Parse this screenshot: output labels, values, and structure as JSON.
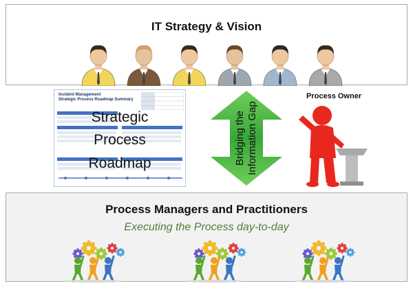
{
  "top": {
    "title": "IT Strategy & Vision"
  },
  "people": [
    {
      "shirt": "#f2d65a",
      "skin": "#f0c8a0",
      "hair": "#3a2a1a"
    },
    {
      "shirt": "#7a5a3a",
      "skin": "#e7c29e",
      "hair": "#d2a070"
    },
    {
      "shirt": "#f2d65a",
      "skin": "#f0c8a0",
      "hair": "#3a2a1a"
    },
    {
      "shirt": "#9ea7b0",
      "skin": "#e7c29e",
      "hair": "#6a4a2a"
    },
    {
      "shirt": "#9fb8d0",
      "skin": "#f0c8a0",
      "hair": "#2a2a2a"
    },
    {
      "shirt": "#a9a9a9",
      "skin": "#f0c8a0",
      "hair": "#3a2a1a"
    }
  ],
  "document": {
    "header_line1": "Incident Management",
    "header_line2": "Strategic Process Roadmap Summary",
    "overlay_line1": "Strategic",
    "overlay_line2": "Process",
    "overlay_line3": "Roadmap"
  },
  "arrow": {
    "line1": "Bridging the",
    "line2": "Information Gap",
    "color": "#5cb85c"
  },
  "owner": {
    "label": "Process Owner",
    "color": "#e8281e"
  },
  "bottom": {
    "title": "Process Managers and Practitioners",
    "subtitle": "Executing the Process day-to-day"
  }
}
